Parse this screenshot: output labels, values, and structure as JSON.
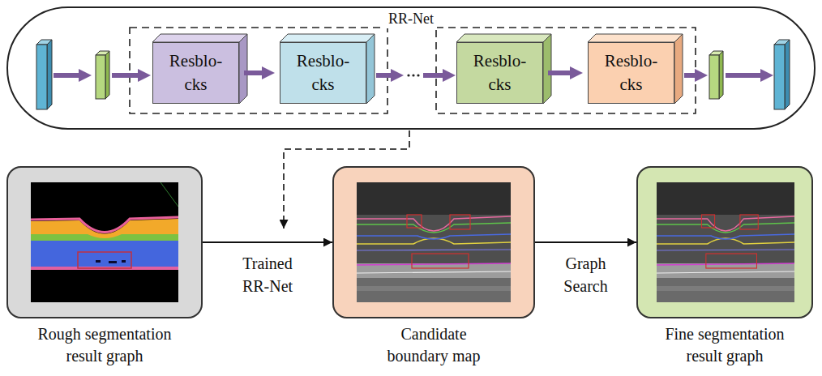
{
  "diagram": {
    "nodes": [
      {
        "text": [
          "RR-Net"
        ]
      },
      {
        "text": [
          "Resblo- cks"
        ],
        "in": 0
      },
      {
        "text": [
          "Resblo- cks"
        ],
        "in": 0
      },
      {
        "text": [
          "Resblo- cks"
        ],
        "in": 0
      },
      {
        "text": [
          "Resblo- cks"
        ],
        "in": 0
      },
      {
        "text": [
          "Rough segmentation result graph"
        ]
      },
      {
        "text": [
          "Candidate boundary map"
        ]
      },
      {
        "text": [
          "Fine segmentation result graph"
        ]
      }
    ],
    "edges": [
      {
        "from": 1,
        "to": 2,
        "arrow": "to"
      },
      {
        "from": 3,
        "to": 4,
        "arrow": "to"
      },
      {
        "from": 5,
        "to": 6,
        "arrow": "to",
        "label": "Trained RR-Net"
      },
      {
        "from": 6,
        "to": 7,
        "arrow": "to",
        "label": "Graph Search"
      }
    ]
  }
}
